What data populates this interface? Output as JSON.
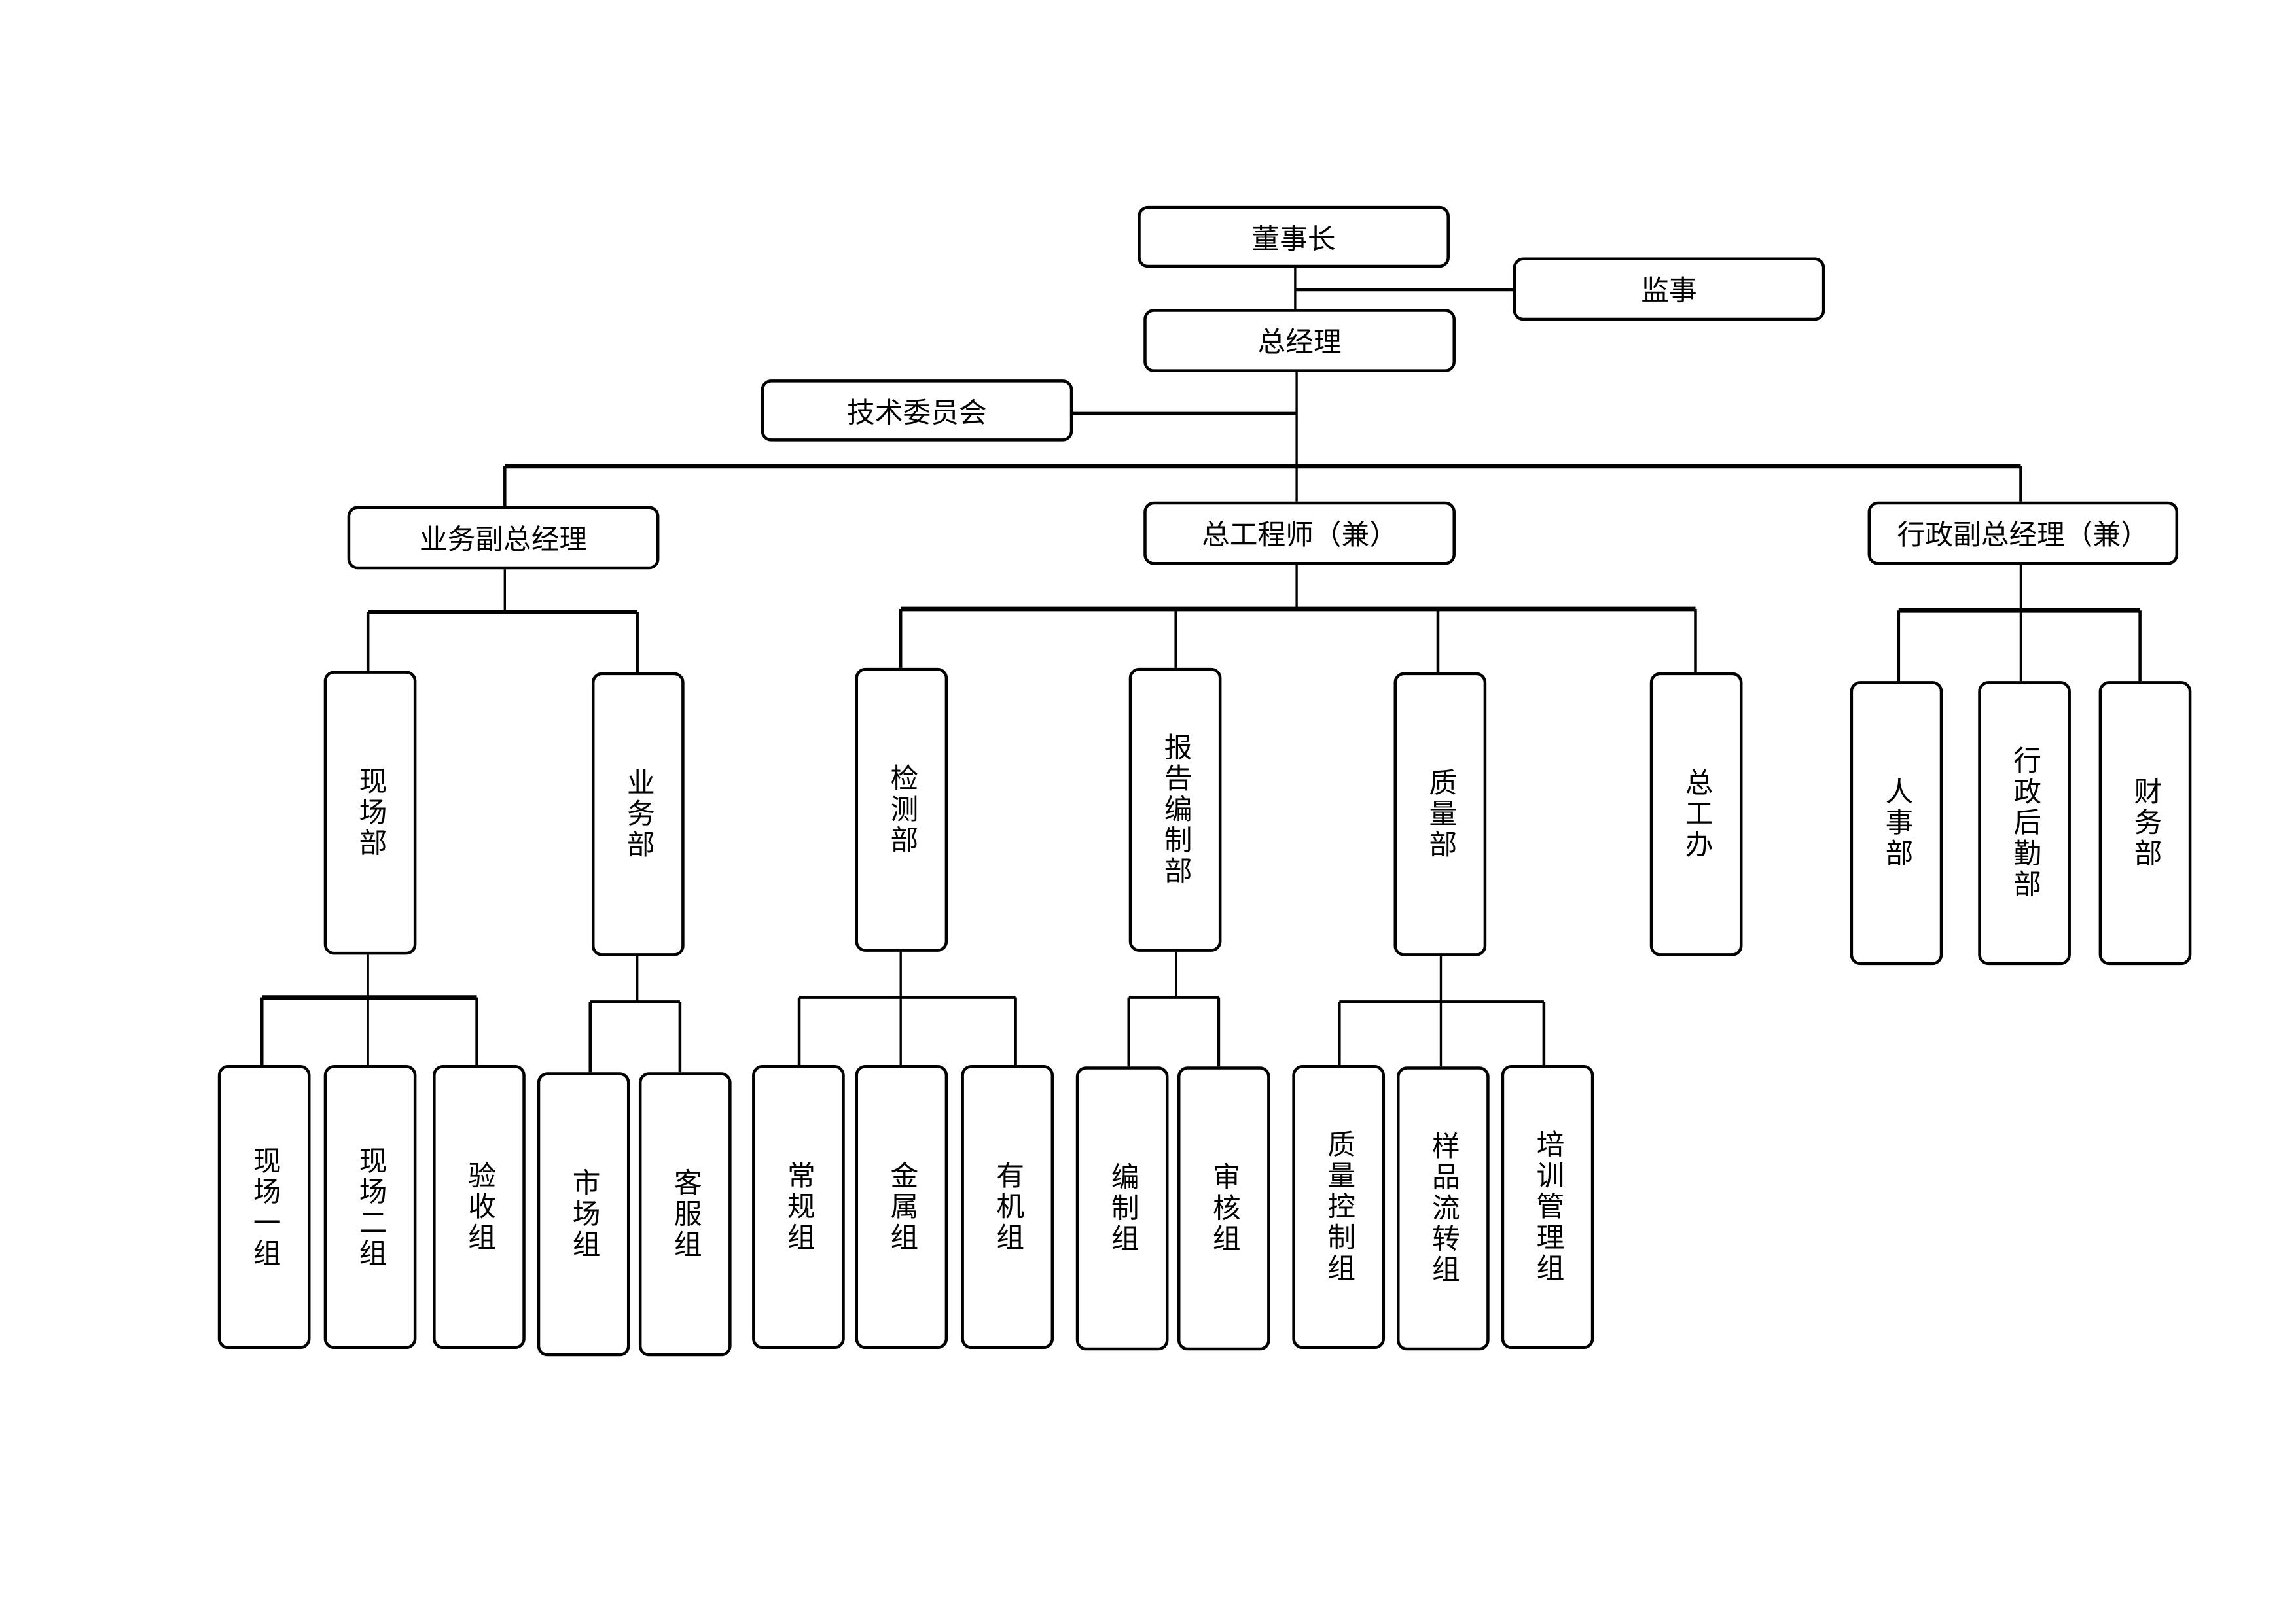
{
  "top": {
    "chairman": "董事长",
    "supervisor": "监事",
    "general_manager": "总经理",
    "tech_committee": "技术委员会"
  },
  "deputies": {
    "business_vp": "业务副总经理",
    "chief_engineer": "总工程师（兼）",
    "admin_vp": "行政副总经理（兼）"
  },
  "departments": [
    "现场部",
    "业务部",
    "检测部",
    "报告编制部",
    "质量部",
    "总工办",
    "人事部",
    "行政后勤部",
    "财务部"
  ],
  "groups": [
    "现场一组",
    "现场二组",
    "验收组",
    "市场组",
    "客服组",
    "常规组",
    "金属组",
    "有机组",
    "编制组",
    "审核组",
    "质量控制组",
    "样品流转组",
    "培训管理组"
  ]
}
